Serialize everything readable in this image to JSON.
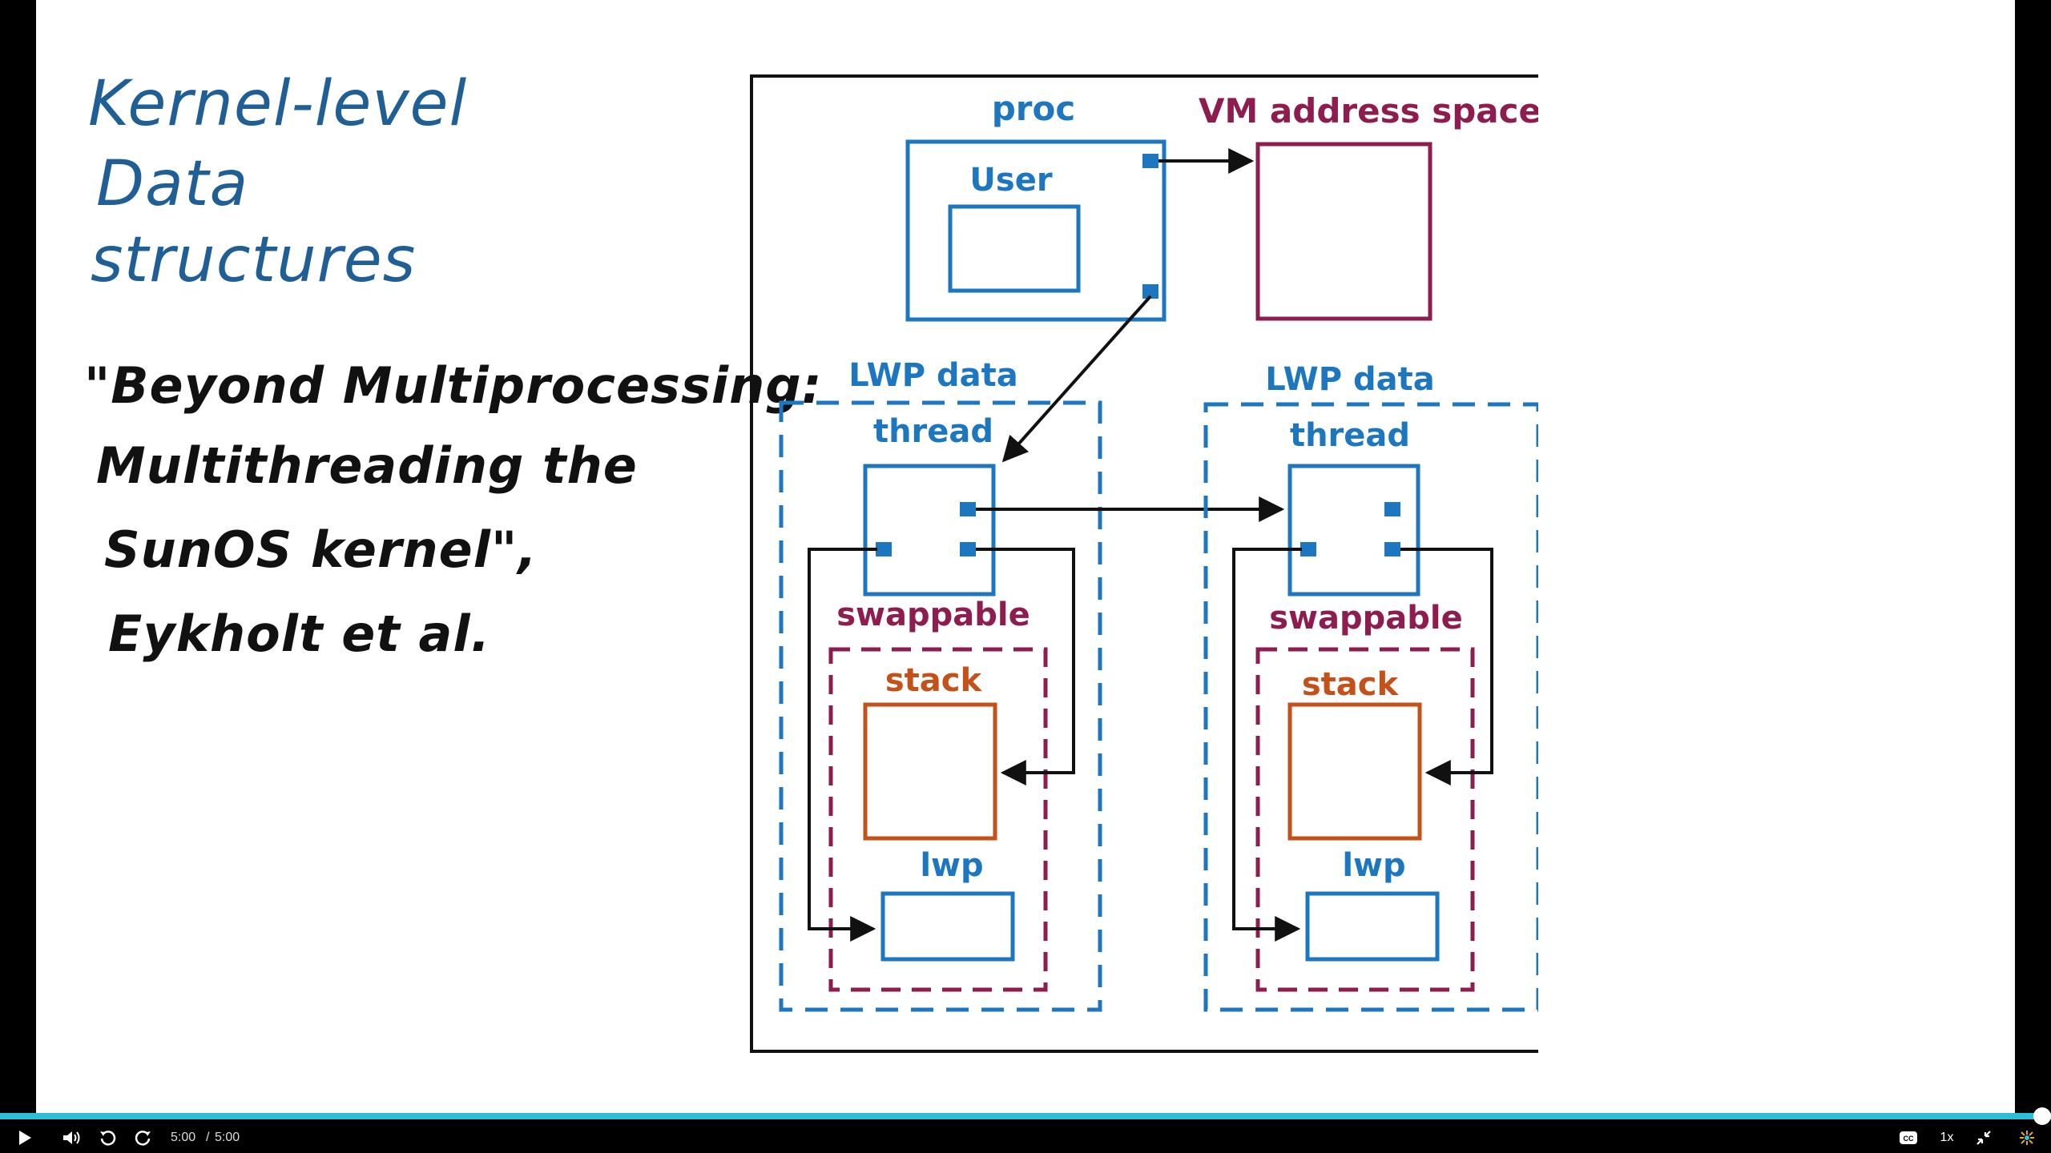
{
  "notes": {
    "title_lines": [
      "Kernel-level",
      "Data",
      "structures"
    ],
    "reference_lines": [
      "\"Beyond Multiprocessing:",
      "Multithreading the",
      "SunOS kernel\",",
      "Eykholt et al."
    ]
  },
  "diagram": {
    "proc_label": "proc",
    "user_label": "User",
    "vm_label": "VM address space",
    "lwp_data_label": "LWP data",
    "thread_label": "thread",
    "swappable_label": "swappable",
    "stack_label": "stack",
    "lwp_label": "lwp",
    "colors": {
      "blue": "#1c76c0",
      "maroon": "#8e1c4e",
      "orange": "#c4501a",
      "black": "#111111"
    }
  },
  "player": {
    "current_time": "5:00",
    "separator": "/",
    "duration": "5:00",
    "speed": "1x",
    "progress": 1.0,
    "icons": [
      "play-icon",
      "volume-icon",
      "replay-icon",
      "forward-icon",
      "captions-icon",
      "exit-fullscreen-icon",
      "logo-icon"
    ]
  }
}
